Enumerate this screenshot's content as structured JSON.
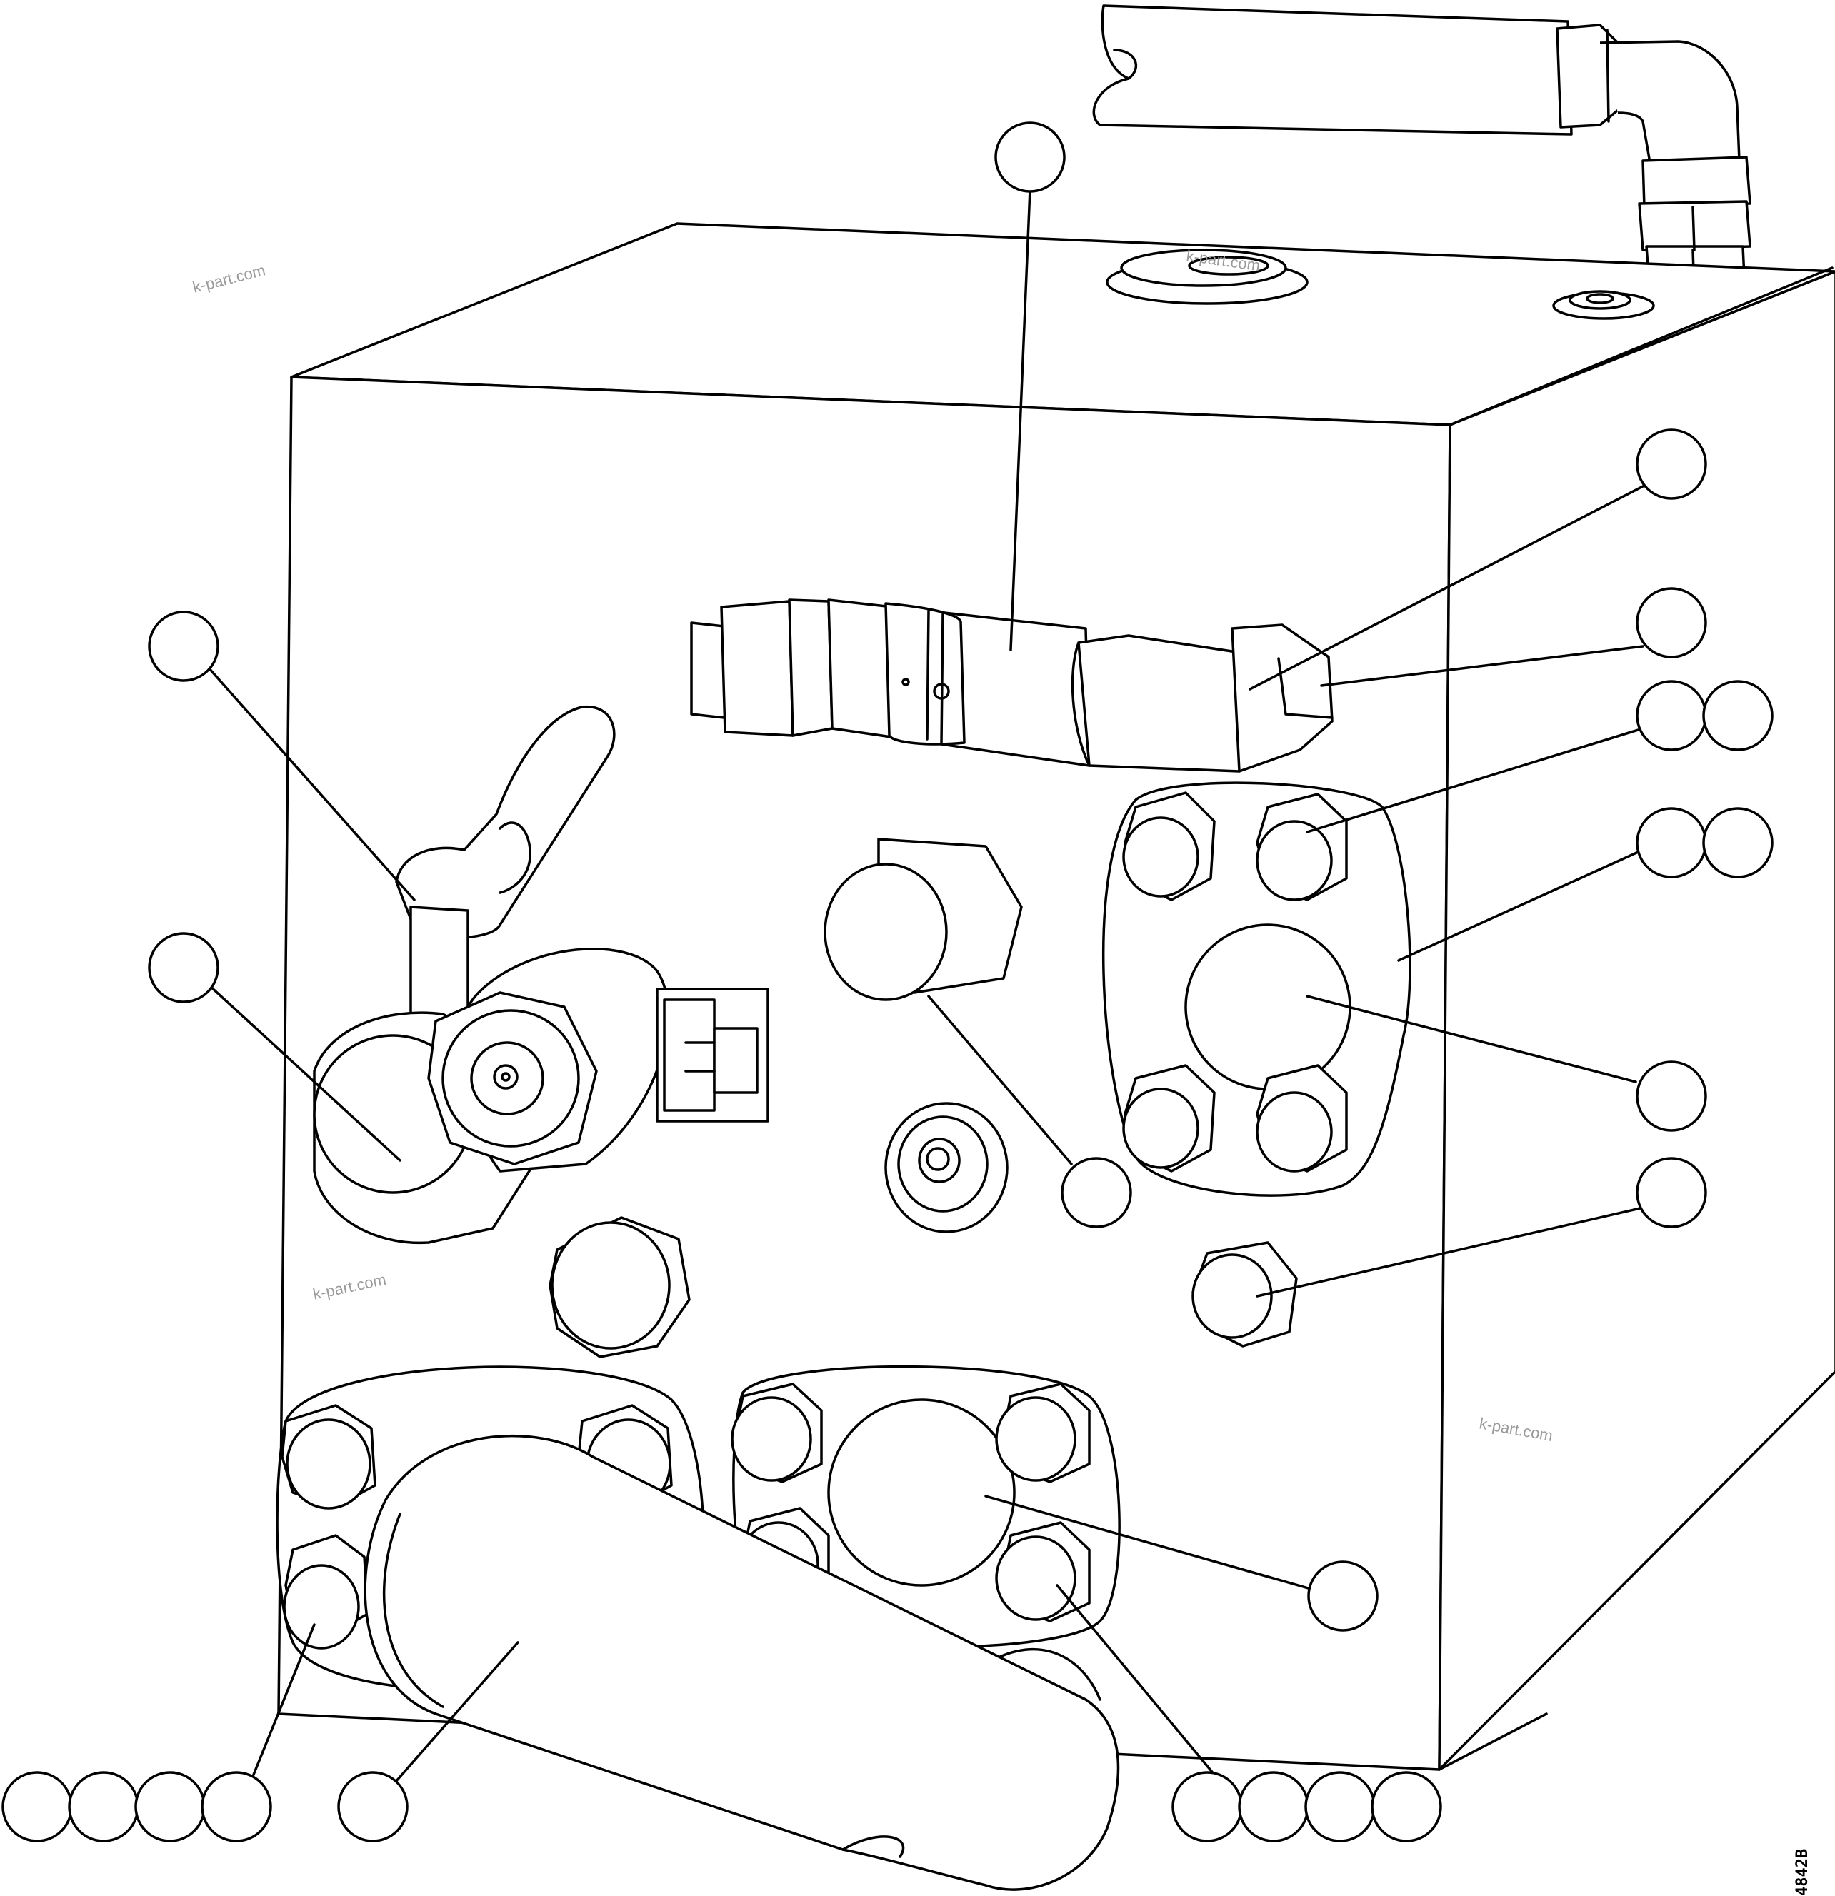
{
  "watermark": {
    "text": "k-part.com"
  },
  "drawing_code": "4842B",
  "callouts": [
    {
      "id": "c1"
    },
    {
      "id": "c2"
    },
    {
      "id": "c3"
    },
    {
      "id": "c4a"
    },
    {
      "id": "c4b"
    },
    {
      "id": "c5a"
    },
    {
      "id": "c5b"
    },
    {
      "id": "c6"
    },
    {
      "id": "c7"
    },
    {
      "id": "c8"
    },
    {
      "id": "c9"
    },
    {
      "id": "c10"
    },
    {
      "id": "c11"
    },
    {
      "id": "c12"
    },
    {
      "id": "c13a"
    },
    {
      "id": "c13b"
    },
    {
      "id": "c13c"
    },
    {
      "id": "c13d"
    },
    {
      "id": "c14"
    },
    {
      "id": "c15a"
    },
    {
      "id": "c15b"
    },
    {
      "id": "c15c"
    },
    {
      "id": "c15d"
    }
  ]
}
